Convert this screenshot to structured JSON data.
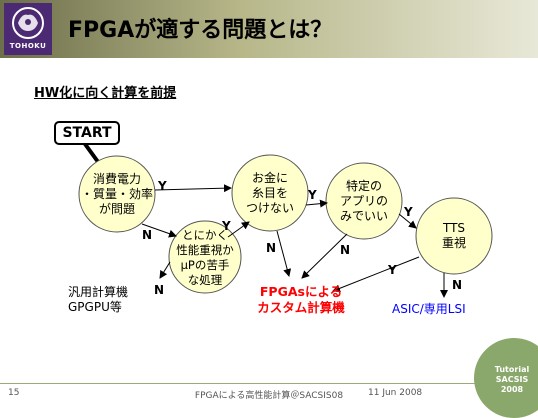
{
  "header": {
    "logo_text": "TOHOKU",
    "title": "FPGAが適する問題とは？"
  },
  "subtitle": "HW化に向く計算を前提",
  "diagram": {
    "start": "START",
    "nodes": {
      "power": "消費電力\n・質量・効率\nが問題",
      "money": "お金に\n糸目を\nつけない",
      "specific": "特定の\nアプリの\nみでいい",
      "tts": "TTS\n重視",
      "mup": "とにかく\n性能重視か\nμPの苦手\nな処理"
    },
    "labels": {
      "y1": "Y",
      "n1": "N",
      "y2": "Y",
      "n2": "N",
      "y3": "Y",
      "n3": "N",
      "y4": "Y",
      "n4": "N",
      "y5": "Y",
      "n5": "N"
    },
    "outcomes": {
      "general": "汎用計算機\nGPGPU等",
      "fpga": "FPGAsによる\nカスタム計算機",
      "asic": "ASIC/専用LSI"
    },
    "colors": {
      "node_fill": "#ffffcc",
      "fpga_text": "#ff0000",
      "asic_text": "#0000ff"
    }
  },
  "footer": {
    "page": "15",
    "center": "FPGAによる高性能計算＠SACSIS08",
    "date": "11 Jun 2008",
    "badge": "Tutorial\nSACSIS\n2008"
  }
}
